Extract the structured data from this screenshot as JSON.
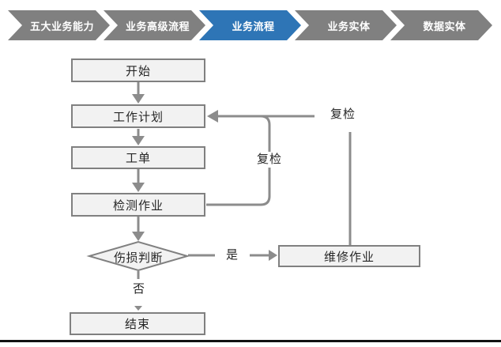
{
  "breadcrumb": {
    "items": [
      {
        "label": "五大业务能力",
        "active": false
      },
      {
        "label": "业务高级流程",
        "active": false
      },
      {
        "label": "业务流程",
        "active": true
      },
      {
        "label": "业务实体",
        "active": false
      },
      {
        "label": "数据实体",
        "active": false
      }
    ],
    "active_color": "#2E75B6",
    "inactive_color": "#808080"
  },
  "flowchart": {
    "nodes": {
      "start": "开始",
      "work_plan": "工作计划",
      "work_order": "工单",
      "inspection": "检测作业",
      "damage_decision": "伤损判断",
      "repair": "维修作业",
      "end": "结束"
    },
    "edge_labels": {
      "recheck_inner": "复检",
      "recheck_outer": "复检",
      "yes": "是",
      "no": "否"
    },
    "colors": {
      "line": "#8c8c8c",
      "box_fill": "#f2f2f2",
      "box_border": "#808080",
      "text": "#262626"
    }
  }
}
